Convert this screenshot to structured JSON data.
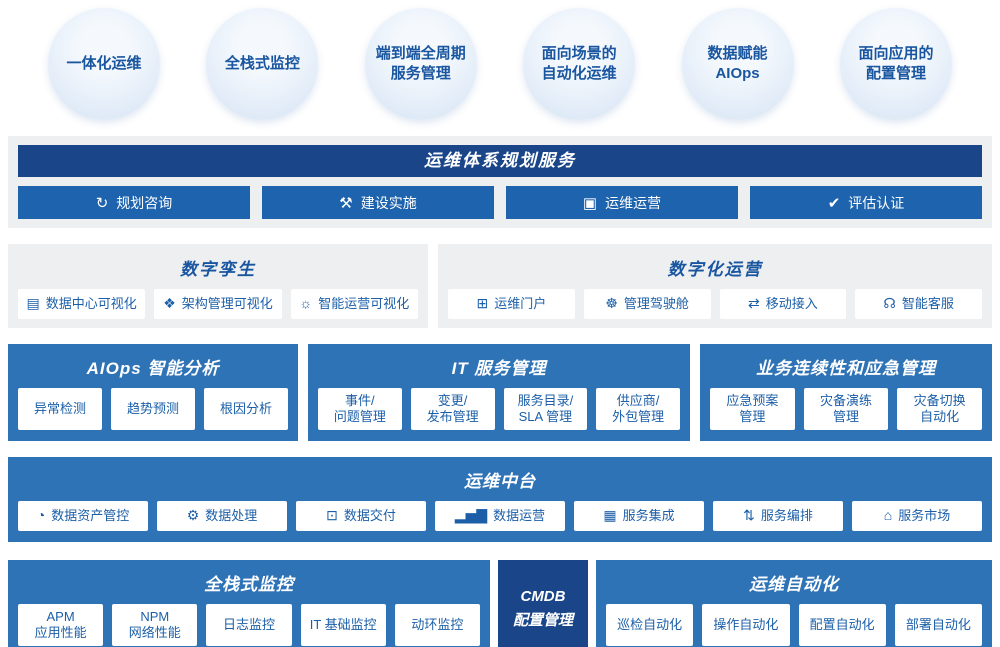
{
  "colors": {
    "navy": "#1A4689",
    "button_blue": "#1E63AE",
    "section_blue": "#2F73B7",
    "panel_gray": "#EDEFF1",
    "text_blue": "#1C5FA8"
  },
  "bubbles": [
    {
      "label": "一体化运维"
    },
    {
      "label": "全栈式监控"
    },
    {
      "label": "端到端全周期\n服务管理"
    },
    {
      "label": "面向场景的\n自动化运维"
    },
    {
      "label": "数据赋能\nAIOps"
    },
    {
      "label": "面向应用的\n配置管理"
    }
  ],
  "planning": {
    "title": "运维体系规划服务",
    "items": [
      {
        "label": "规划咨询",
        "icon": "refresh-icon",
        "glyph": "↻"
      },
      {
        "label": "建设实施",
        "icon": "hammer-icon",
        "glyph": "⚒"
      },
      {
        "label": "运维运营",
        "icon": "monitor-icon",
        "glyph": "▣"
      },
      {
        "label": "评估认证",
        "icon": "certify-check-icon",
        "glyph": "✔"
      }
    ]
  },
  "digital_twin": {
    "title": "数字孪生",
    "items": [
      {
        "label": "数据中心可视化",
        "icon": "database-icon",
        "glyph": "▤"
      },
      {
        "label": "架构管理可视化",
        "icon": "topology-icon",
        "glyph": "❖"
      },
      {
        "label": "智能运营可视化",
        "icon": "bulb-icon",
        "glyph": "☼"
      }
    ]
  },
  "digital_ops": {
    "title": "数字化运营",
    "items": [
      {
        "label": "运维门户",
        "icon": "portal-window-icon",
        "glyph": "⊞"
      },
      {
        "label": "管理驾驶舱",
        "icon": "gauge-icon",
        "glyph": "☸"
      },
      {
        "label": "移动接入",
        "icon": "sliders-icon",
        "glyph": "⇄"
      },
      {
        "label": "智能客服",
        "icon": "headset-icon",
        "glyph": "☊"
      }
    ]
  },
  "aiops": {
    "title": "AIOps 智能分析",
    "items": [
      {
        "label": "异常检测"
      },
      {
        "label": "趋势预测"
      },
      {
        "label": "根因分析"
      }
    ]
  },
  "itsm": {
    "title": "IT 服务管理",
    "items": [
      {
        "label": "事件/\n问题管理"
      },
      {
        "label": "变更/\n发布管理"
      },
      {
        "label": "服务目录/\nSLA 管理"
      },
      {
        "label": "供应商/\n外包管理"
      }
    ]
  },
  "bcm": {
    "title": "业务连续性和应急管理",
    "items": [
      {
        "label": "应急预案\n管理"
      },
      {
        "label": "灾备演练\n管理"
      },
      {
        "label": "灾备切换\n自动化"
      }
    ]
  },
  "platform": {
    "title": "运维中台",
    "items": [
      {
        "label": "数据资产管控",
        "icon": "pie-chart-icon",
        "glyph": "◔"
      },
      {
        "label": "数据处理",
        "icon": "gear-icon",
        "glyph": "⚙"
      },
      {
        "label": "数据交付",
        "icon": "package-icon",
        "glyph": "⊡"
      },
      {
        "label": "数据运营",
        "icon": "bar-chart-icon",
        "glyph": "▂▅▇"
      },
      {
        "label": "服务集成",
        "icon": "grid-icon",
        "glyph": "▦"
      },
      {
        "label": "服务编排",
        "icon": "orchestrate-arrows-icon",
        "glyph": "⇅"
      },
      {
        "label": "服务市场",
        "icon": "store-icon",
        "glyph": "⌂"
      }
    ]
  },
  "monitoring": {
    "title": "全栈式监控",
    "items": [
      {
        "label": "APM\n应用性能"
      },
      {
        "label": "NPM\n网络性能"
      },
      {
        "label": "日志监控"
      },
      {
        "label": "IT 基础监控"
      },
      {
        "label": "动环监控"
      }
    ]
  },
  "cmdb": {
    "title": "CMDB\n配置管理"
  },
  "automation": {
    "title": "运维自动化",
    "items": [
      {
        "label": "巡检自动化"
      },
      {
        "label": "操作自动化"
      },
      {
        "label": "配置自动化"
      },
      {
        "label": "部署自动化"
      }
    ]
  }
}
